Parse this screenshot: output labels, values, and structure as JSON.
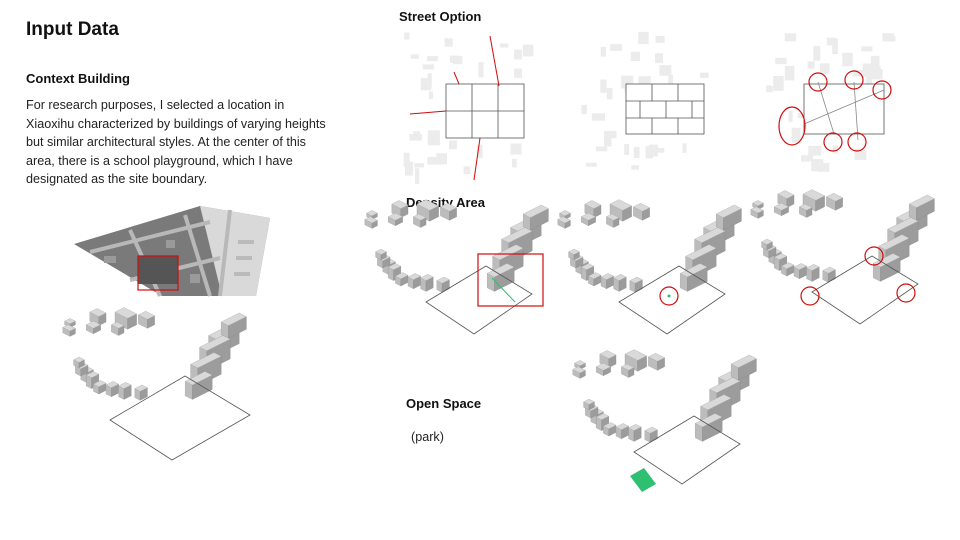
{
  "header": {
    "title": "Input Data"
  },
  "context": {
    "heading": "Context Building",
    "description": "For research purposes, I selected a location in Xiaoxihu characterized by buildings of varying heights but similar architectural styles. At the center of this area, there is a school playground, which I have designated as the site boundary."
  },
  "street_option": {
    "heading": "Street Option"
  },
  "density_area": {
    "heading": "Density Area"
  },
  "open_space": {
    "heading": "Open Space",
    "note": "(park)"
  },
  "colors": {
    "highlight_red": "#d10c0c",
    "park_green": "#2fbf71",
    "building_top": "#d9d9d9",
    "building_side_light": "#bcbcbc",
    "building_side_dark": "#9c9c9c",
    "map_base": "#7a7a7a",
    "map_roads": "#b8b8b8"
  }
}
